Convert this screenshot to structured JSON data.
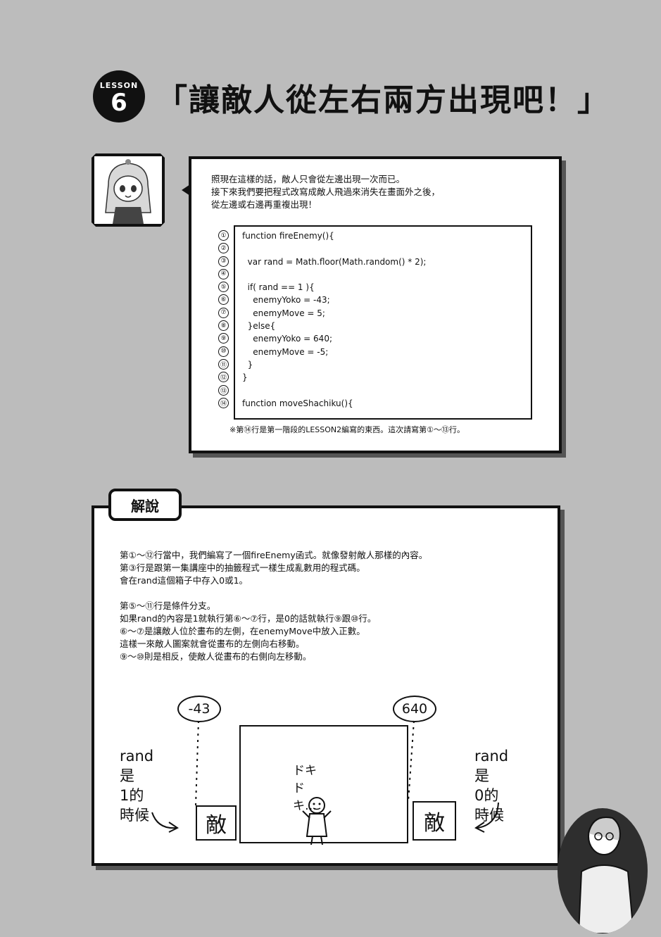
{
  "lesson": {
    "word": "LESSON",
    "number": "6"
  },
  "title": "「讓敵人從左右兩方出現吧！」",
  "bubble": {
    "lines": [
      "照現在這樣的話，敵人只會從左邊出現一次而已。",
      "接下來我們要把程式改寫成敵人飛過來消失在畫面外之後，",
      "從左邊或右邊再重複出現！"
    ],
    "line_numbers": [
      "①",
      "②",
      "③",
      "④",
      "⑤",
      "⑥",
      "⑦",
      "⑧",
      "⑨",
      "⑩",
      "⑪",
      "⑫",
      "⑬",
      "⑭"
    ],
    "code": [
      "function fireEnemy(){",
      "",
      "  var rand = Math.floor(Math.random() * 2);",
      "",
      "  if( rand == 1 ){",
      "    enemyYoko = -43;",
      "    enemyMove = 5;",
      "  }else{",
      "    enemyYoko = 640;",
      "    enemyMove = -5;",
      "  }",
      "}",
      "",
      "function moveShachiku(){"
    ],
    "note": "※第⑭行是第一階段的LESSON2編寫的東西。這次請寫第①～⑬行。"
  },
  "explain": {
    "tab": "解說",
    "para1": [
      "第①～⑫行當中，我們編寫了一個fireEnemy函式。就像發射敵人那樣的內容。",
      "第③行是跟第一集講座中的抽籤程式一樣生成亂數用的程式碼。",
      "會在rand這個箱子中存入0或1。"
    ],
    "para2": [
      "第⑤～⑪行是條件分支。",
      "如果rand的內容是1就執行第⑥～⑦行，是0的話就執行⑨跟⑩行。",
      "⑥～⑦是讓敵人位於畫布的左側，在enemyMove中放入正數。",
      "這樣一來敵人圖案就會從畫布的左側向右移動。",
      "⑨～⑩則是相反，使敵人從畫布的右側向左移動。"
    ]
  },
  "diagram": {
    "left_value": "-43",
    "right_value": "640",
    "left_label_1": "rand是",
    "left_label_2": "1的時候",
    "right_label_1": "rand是",
    "right_label_2": "0的時候",
    "center_text": "ドキドキ…",
    "enemy_char": "敵"
  }
}
